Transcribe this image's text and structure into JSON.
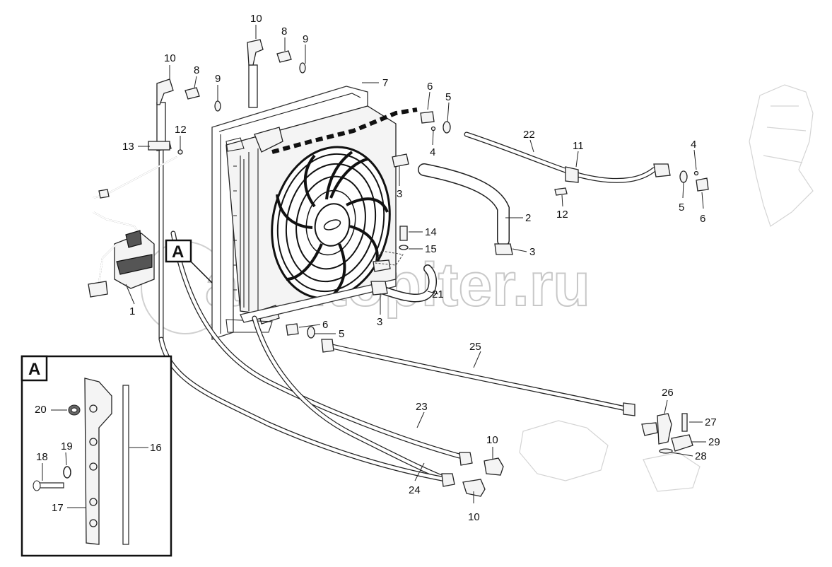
{
  "watermark": "a autopiter.ru",
  "inset": {
    "title": "A"
  },
  "callout_marker": "A",
  "labels": {
    "l1": "1",
    "l2": "2",
    "l3a": "3",
    "l3b": "3",
    "l3c": "3",
    "l4a": "4",
    "l4b": "4",
    "l5a": "5",
    "l5b": "5",
    "l5c": "5",
    "l6a": "6",
    "l6b": "6",
    "l6c": "6",
    "l7": "7",
    "l8a": "8",
    "l8b": "8",
    "l9a": "9",
    "l9b": "9",
    "l10a": "10",
    "l10b": "10",
    "l10c": "10",
    "l10d": "10",
    "l11": "11",
    "l12a": "12",
    "l12b": "12",
    "l13": "13",
    "l14": "14",
    "l15": "15",
    "l16": "16",
    "l17": "17",
    "l18": "18",
    "l19": "19",
    "l20": "20",
    "l21": "21",
    "l22": "22",
    "l23": "23",
    "l24": "24",
    "l25": "25",
    "l26": "26",
    "l27": "27",
    "l28": "28",
    "l29": "29"
  }
}
